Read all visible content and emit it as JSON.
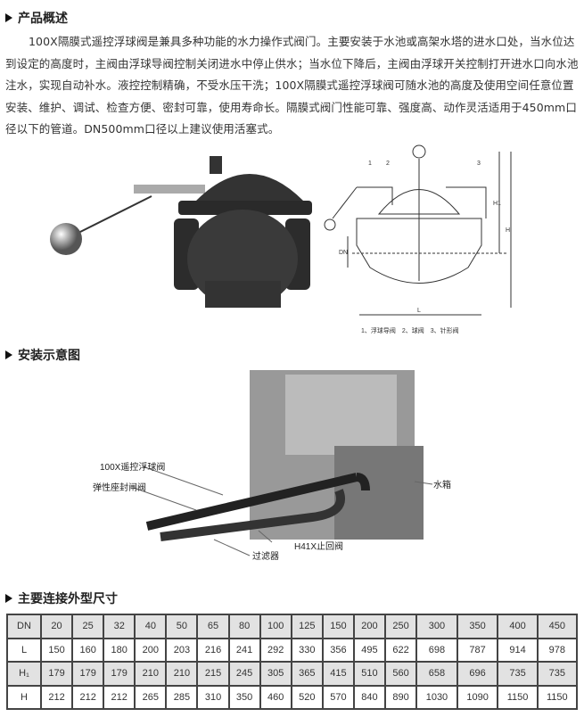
{
  "sections": {
    "overview": {
      "title": "产品概述",
      "text": "100X隔膜式遥控浮球阀是兼具多种功能的水力操作式阀门。主要安装于水池或高架水塔的进水口处，当水位达到设定的高度时，主阀由浮球导阀控制关闭进水中停止供水；当水位下降后，主阀由浮球开关控制打开进水口向水池注水，实现自动补水。液控控制精确，不受水压干洗；100X隔膜式遥控浮球阀可随水池的高度及使用空间任意位置安装、维护、调试、检查方便、密封可靠，使用寿命长。隔膜式阀门性能可靠、强度高、动作灵活适用于450mm口径以下的管道。DN500mm口径以上建议使用活塞式。"
    },
    "install": {
      "title": "安装示意图"
    },
    "dimensions": {
      "title": "主要连接外型尺寸"
    }
  },
  "diagram": {
    "labels": {
      "n1": "1",
      "n2": "2",
      "n3": "3",
      "h1": "H1",
      "h": "H",
      "dn": "DN",
      "l": "L"
    },
    "caption": "1、浮球导阀　2、球阀　3、针形阀"
  },
  "install_diagram": {
    "labels": {
      "float_valve": "100X遥控浮球阀",
      "gate_valve": "弹性座封闸阀",
      "tank": "水箱",
      "check_valve": "H41X止回阀",
      "filter": "过滤器"
    }
  },
  "table": {
    "rows": [
      [
        "DN",
        "20",
        "25",
        "32",
        "40",
        "50",
        "65",
        "80",
        "100",
        "125",
        "150",
        "200",
        "250",
        "300",
        "350",
        "400",
        "450"
      ],
      [
        "L",
        "150",
        "160",
        "180",
        "200",
        "203",
        "216",
        "241",
        "292",
        "330",
        "356",
        "495",
        "622",
        "698",
        "787",
        "914",
        "978"
      ],
      [
        "H₁",
        "179",
        "179",
        "179",
        "210",
        "210",
        "215",
        "245",
        "305",
        "365",
        "415",
        "510",
        "560",
        "658",
        "696",
        "735",
        "735"
      ],
      [
        "H",
        "212",
        "212",
        "212",
        "265",
        "285",
        "310",
        "350",
        "460",
        "520",
        "570",
        "840",
        "890",
        "1030",
        "1090",
        "1150",
        "1150"
      ]
    ]
  }
}
